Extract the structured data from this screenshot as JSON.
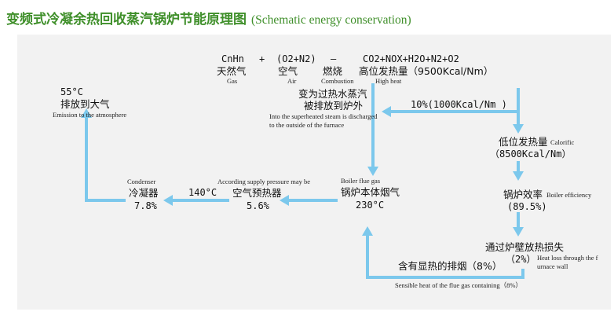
{
  "title": {
    "cn": "变频式冷凝余热回收蒸汽锅炉节能原理图",
    "en": "(Schematic energy conservation)"
  },
  "colors": {
    "title": "#3f8f2a",
    "arrow": "#7cc8ec",
    "panel": "#f2f2f2"
  },
  "equation": {
    "terms": [
      "CnHn",
      "+",
      "(O2+N2)",
      "—",
      "CO2+NOX+H2O+N2+O2"
    ],
    "labels": [
      "天然气",
      "空气",
      "燃烧",
      "高位发热量（9500Kcal/Nm）"
    ],
    "en": [
      "Gas",
      "Air",
      "Combustion",
      "High heat"
    ]
  },
  "emission": {
    "temp": "55°C",
    "cn": "排放到大气",
    "en": "Emission to the atmosphere"
  },
  "superheated": {
    "line1": "变为过热水蒸汽",
    "line2": "被排放到炉外",
    "en1": "Into the superheated steam is discharged",
    "en2": "to the outside of the furnace"
  },
  "pct_10": "10%(1000Kcal/Nm )",
  "calorific": {
    "cn": "低位发热量",
    "en": "Calorific",
    "value": "（8500Kcal/Nm）"
  },
  "efficiency": {
    "cn": "锅炉效率",
    "en": "Boiler efficiency",
    "value": "(89.5%)"
  },
  "heat_loss": {
    "cn": "通过炉壁放热损失",
    "value": "（2%）",
    "en1": "Heat loss through the f",
    "en2": "urnace wall"
  },
  "flue_gas": {
    "cn": "含有显热的排烟（8%）",
    "en": "Sensible heat of the flue gas containing（8%）"
  },
  "boiler_flue": {
    "en": "Boiler flue gas",
    "cn": "锅炉本体烟气",
    "temp": "230°C"
  },
  "preheater": {
    "en": "According supply pressure may be",
    "cn": "空气预热器",
    "value": "5.6%"
  },
  "temp_140": "140°C",
  "condenser": {
    "en": "Condenser",
    "cn": "冷凝器",
    "value": "7.8%"
  }
}
